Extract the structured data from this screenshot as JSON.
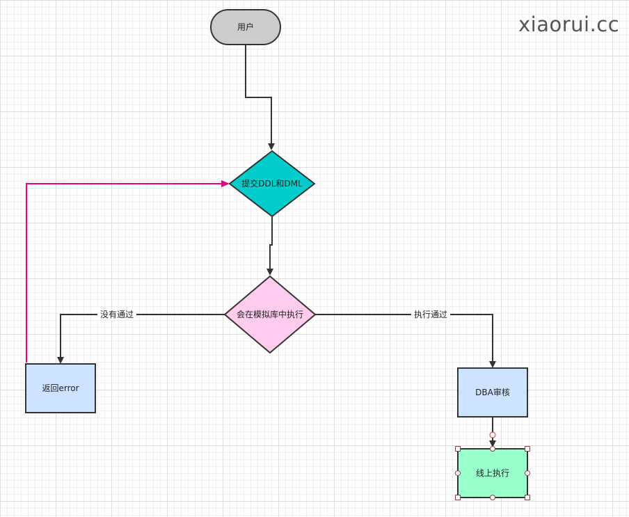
{
  "watermark": "xiaorui.cc",
  "nodes": {
    "user": "用户",
    "submit": "提交DDL和DML",
    "simulate": "会在模拟库中执行",
    "return_error": "返回error",
    "dba_review": "DBA审核",
    "online_exec": "线上执行"
  },
  "edges": {
    "fail_label": "没有通过",
    "pass_label": "执行通过"
  },
  "colors": {
    "user_fill": "#cccccc",
    "submit_fill": "#00cccc",
    "simulate_fill": "#ffccee",
    "return_error_fill": "#cce4ff",
    "dba_review_fill": "#cce4ff",
    "online_exec_fill": "#99ffcc",
    "loop_edge": "#e6007e",
    "edge": "#333333"
  }
}
